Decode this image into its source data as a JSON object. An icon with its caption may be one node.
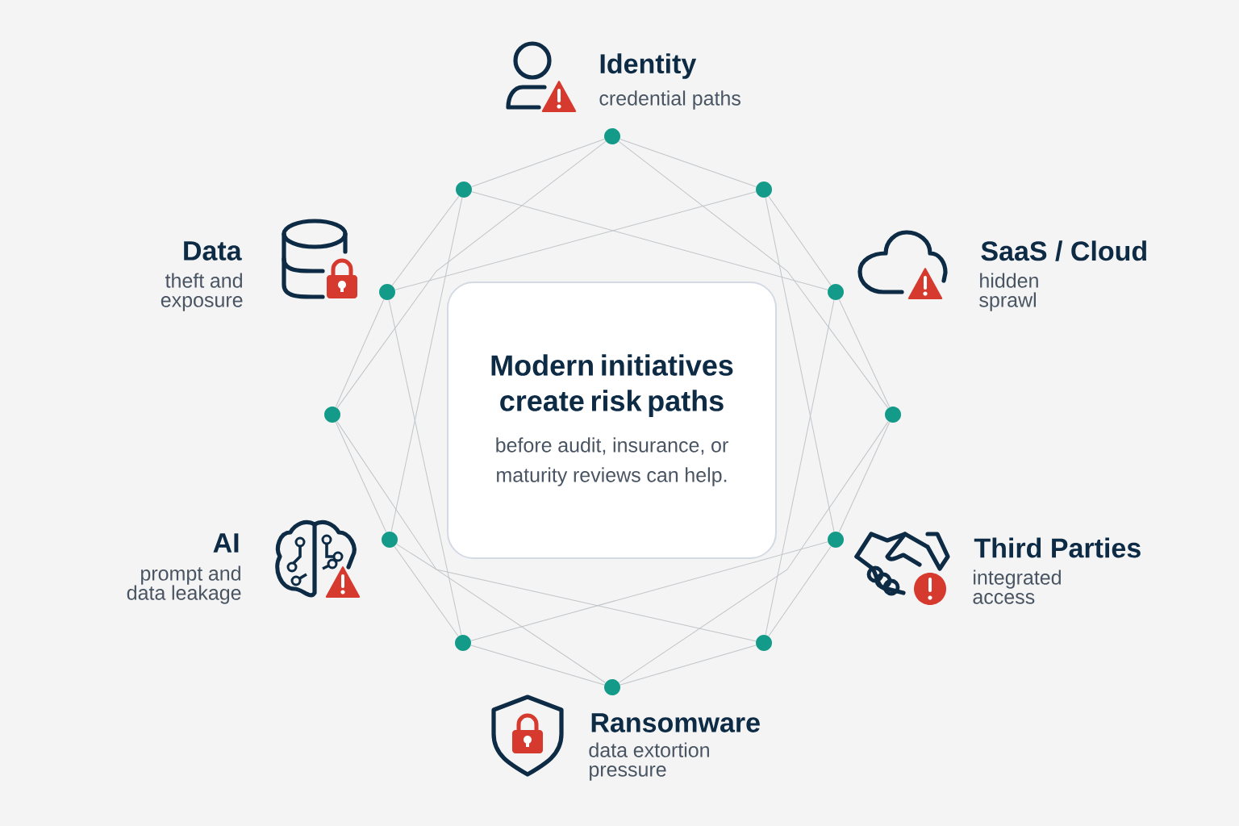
{
  "diagram": {
    "nodes": [
      {
        "text": [
          "Modern initiatives create risk paths",
          "before audit, insurance, or maturity reviews can help."
        ]
      },
      {
        "text": [],
        "shape": "circle"
      },
      {
        "text": [],
        "shape": "circle"
      },
      {
        "text": [],
        "shape": "circle"
      },
      {
        "text": [],
        "shape": "circle"
      },
      {
        "text": [],
        "shape": "circle"
      },
      {
        "text": [],
        "shape": "circle"
      },
      {
        "text": [],
        "shape": "circle"
      },
      {
        "text": [],
        "shape": "circle"
      },
      {
        "text": [],
        "shape": "circle"
      },
      {
        "text": [],
        "shape": "circle"
      },
      {
        "text": [],
        "shape": "circle"
      },
      {
        "text": [],
        "shape": "circle"
      }
    ],
    "edges": [
      {
        "from": 1,
        "to": 3,
        "arrow": "none"
      },
      {
        "from": 3,
        "to": 5,
        "arrow": "none"
      },
      {
        "from": 5,
        "to": 7,
        "arrow": "none"
      },
      {
        "from": 7,
        "to": 9,
        "arrow": "none"
      },
      {
        "from": 9,
        "to": 11,
        "arrow": "none"
      },
      {
        "from": 11,
        "to": 12,
        "arrow": "none"
      },
      {
        "from": 12,
        "to": 10,
        "arrow": "none"
      },
      {
        "from": 10,
        "to": 8,
        "arrow": "none"
      },
      {
        "from": 8,
        "to": 6,
        "arrow": "none"
      },
      {
        "from": 6,
        "to": 4,
        "arrow": "none"
      },
      {
        "from": 4,
        "to": 2,
        "arrow": "none"
      },
      {
        "from": 2,
        "to": 1,
        "arrow": "none"
      },
      {
        "from": 1,
        "to": 7,
        "arrow": "none"
      },
      {
        "from": 3,
        "to": 9,
        "arrow": "none"
      },
      {
        "from": 5,
        "to": 11,
        "arrow": "none"
      },
      {
        "from": 7,
        "to": 12,
        "arrow": "none"
      },
      {
        "from": 9,
        "to": 10,
        "arrow": "none"
      },
      {
        "from": 11,
        "to": 8,
        "arrow": "none"
      },
      {
        "from": 12,
        "to": 6,
        "arrow": "none"
      },
      {
        "from": 10,
        "to": 4,
        "arrow": "none"
      },
      {
        "from": 8,
        "to": 2,
        "arrow": "none"
      },
      {
        "from": 6,
        "to": 1,
        "arrow": "none"
      },
      {
        "from": 4,
        "to": 3,
        "arrow": "none"
      },
      {
        "from": 2,
        "to": 5,
        "arrow": "none"
      }
    ],
    "labels": [
      "Identity",
      "credential paths",
      "Data",
      "theft and exposure",
      "SaaS / Cloud",
      "hidden sprawl",
      "AI",
      "prompt and data leakage",
      "Third Parties",
      "integrated access",
      "Ransomware",
      "data extortion pressure"
    ]
  }
}
